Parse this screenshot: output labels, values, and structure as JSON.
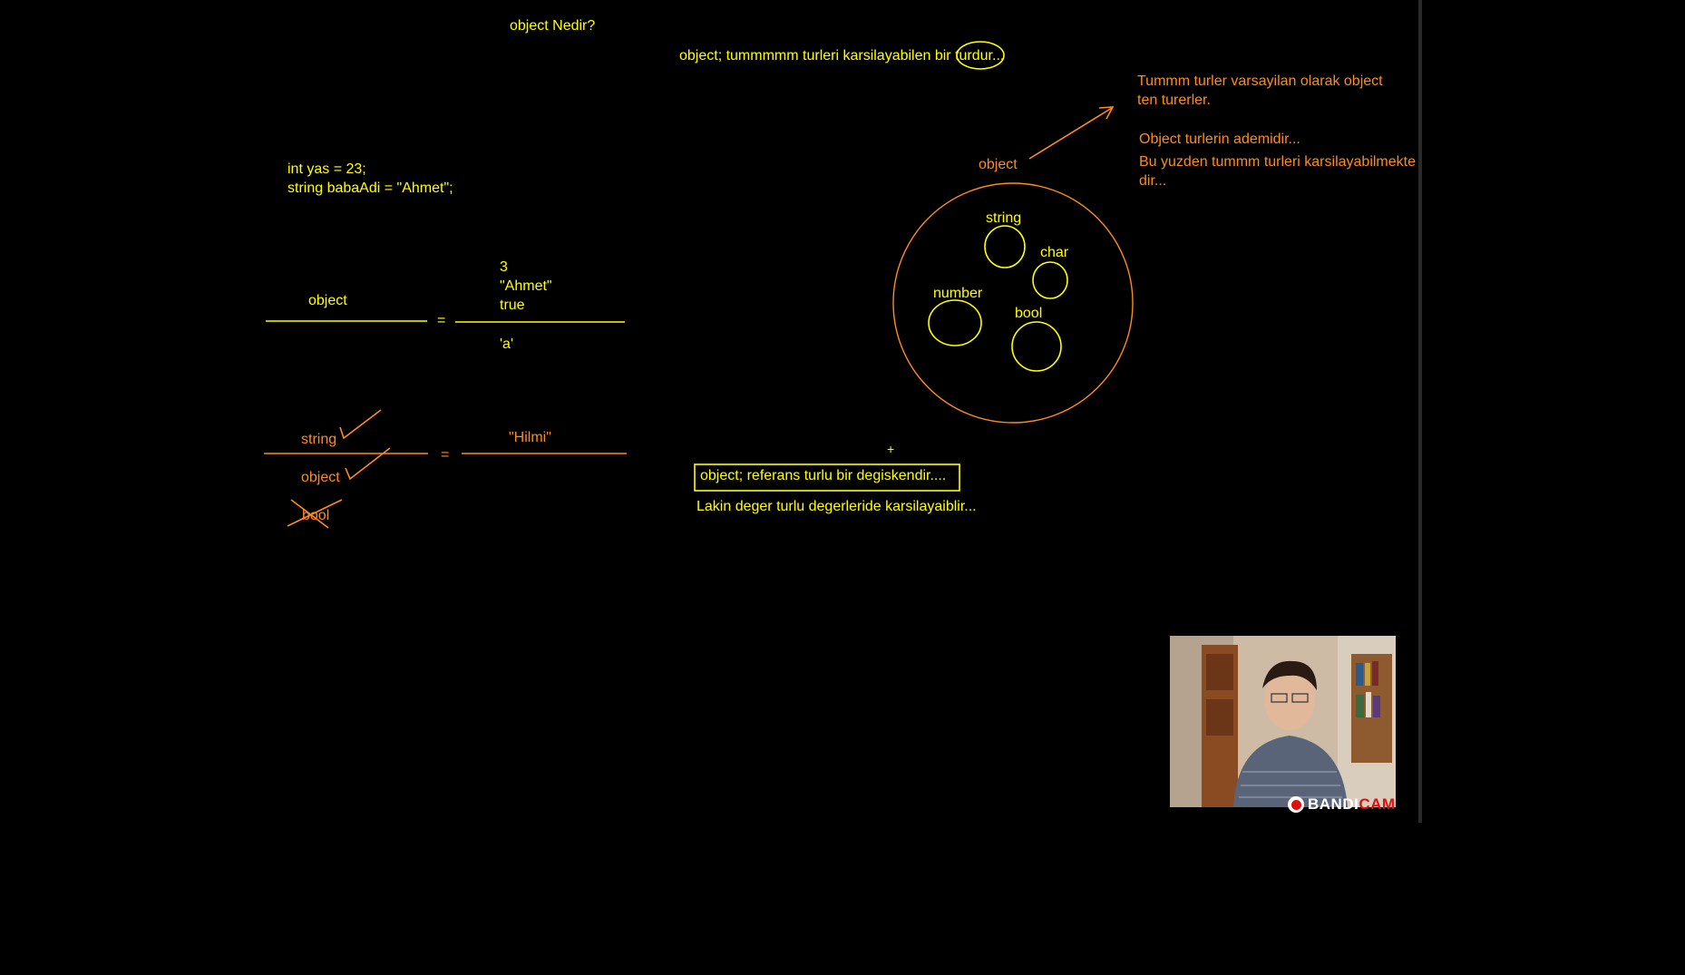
{
  "title": "object Nedir?",
  "definition": {
    "before": "object; tummmmm turleri karsilayabilen bir ",
    "circled": "turdur",
    "after": "..."
  },
  "right_notes": {
    "line1": "Tummm turler varsayilan olarak object",
    "line2": "ten turerler.",
    "line3": "Object turlerin ademidir...",
    "line4": "Bu yuzden tummm turleri karsilayabilmekte",
    "line5": "dir..."
  },
  "code": {
    "line1": "int yas = 23;",
    "line2": "string babaAdi = \"Ahmet\";"
  },
  "assign1": {
    "left": "object",
    "equals": "=",
    "values": [
      "3",
      "\"Ahmet\"",
      "true"
    ],
    "below": "'a'"
  },
  "assign2": {
    "types": [
      "string",
      "object",
      "bool"
    ],
    "equals": "=",
    "value": "\"Hilmi\""
  },
  "venn": {
    "outer": "object",
    "items": [
      "string",
      "char",
      "number",
      "bool"
    ]
  },
  "bottom": {
    "plus": "+",
    "boxed": "object; referans turlu bir degiskendir....",
    "note": "Lakin deger turlu degerleride karsilayaiblir..."
  },
  "watermark": {
    "brand": "BANDI",
    "brand_accent": "CAM"
  },
  "colors": {
    "background": "#000000",
    "yellow": "#ffff00",
    "orange": "#ff8c1a",
    "record": "#e01010"
  }
}
